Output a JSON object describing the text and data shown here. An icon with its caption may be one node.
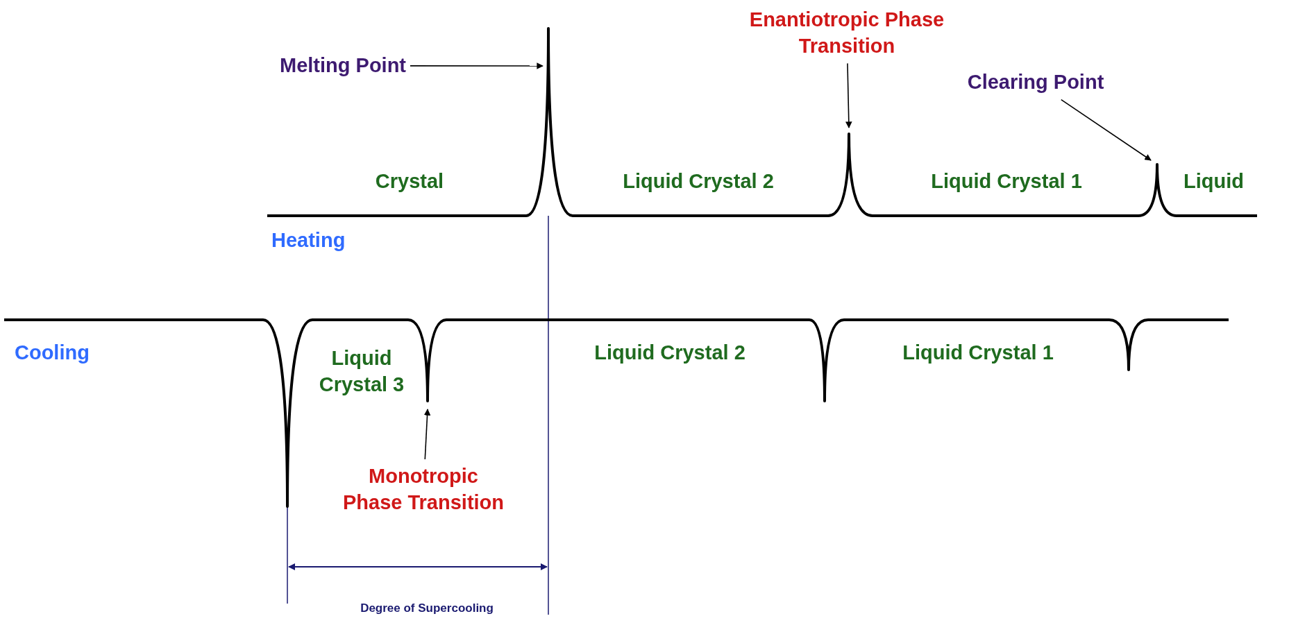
{
  "diagram": {
    "nodes": [
      {
        "text": [
          "Melting Point"
        ]
      },
      {
        "text": [
          "Enantiotropic Phase Transition"
        ]
      },
      {
        "text": [
          "Clearing Point"
        ]
      },
      {
        "text": [
          "Monotropic Phase Transition"
        ]
      }
    ],
    "edges": [
      {
        "from": 0,
        "to": null,
        "arrow": "to"
      },
      {
        "from": 1,
        "to": null,
        "arrow": "to"
      },
      {
        "from": 2,
        "to": null,
        "arrow": "to"
      },
      {
        "from": 3,
        "to": null,
        "arrow": "to"
      }
    ],
    "labels": [
      "Crystal",
      "Liquid Crystal 2",
      "Liquid Crystal 1",
      "Liquid",
      "Heating",
      "Cooling",
      "Liquid Crystal 3",
      "Liquid Crystal 2",
      "Liquid Crystal 1",
      "Degree of Supercooling"
    ]
  }
}
